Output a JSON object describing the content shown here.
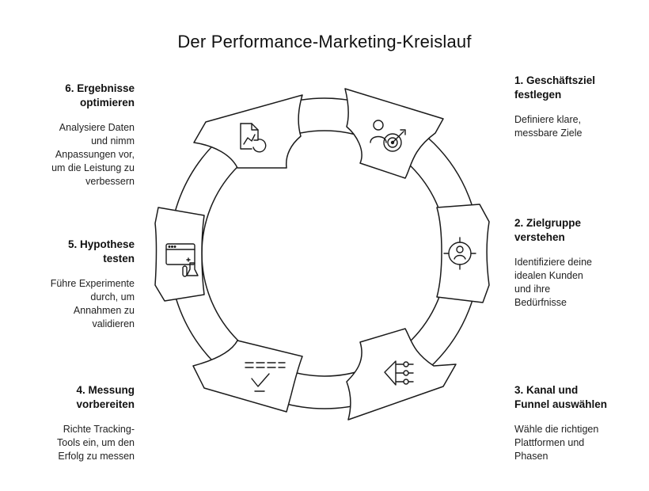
{
  "title": "Der Performance-Marketing-Kreislauf",
  "steps": [
    {
      "heading": "1. Geschäftsziel\nfestlegen",
      "text": "Definiere klare,\nmessbare Ziele",
      "icon": "target-person-icon"
    },
    {
      "heading": "2. Zielgruppe\nverstehen",
      "text": "Identifiziere deine\nidealen Kunden\nund ihre\nBedürfnisse",
      "icon": "crosshair-user-icon"
    },
    {
      "heading": "3. Kanal und\nFunnel auswählen",
      "text": "Wähle die richtigen\nPlattformen und\nPhasen",
      "icon": "funnel-channels-icon"
    },
    {
      "heading": "4. Messung\nvorbereiten",
      "text": "Richte Tracking-\nTools ein, um den\nErfolg zu messen",
      "icon": "measurement-checklist-icon"
    },
    {
      "heading": "5. Hypothese\ntesten",
      "text": "Führe Experimente\ndurch, um\nAnnahmen zu\nvalidieren",
      "icon": "browser-experiment-icon"
    },
    {
      "heading": "6. Ergebnisse\noptimieren",
      "text": "Analysiere Daten\nund nimm\nAnpassungen vor,\num die Leistung zu\nverbessern",
      "icon": "chart-refresh-icon"
    }
  ],
  "colors": {
    "stroke": "#1a1a1a",
    "fill": "#ffffff"
  }
}
